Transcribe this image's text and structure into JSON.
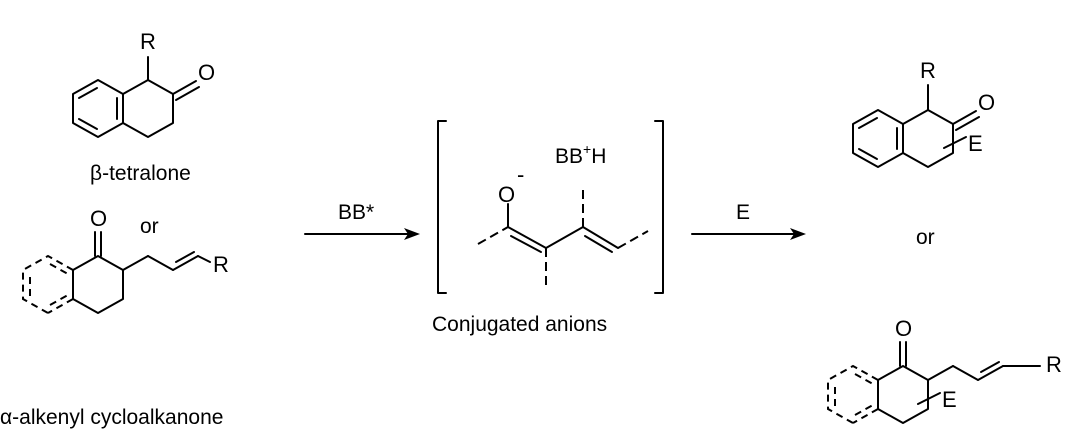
{
  "diagram": {
    "colors": {
      "ink": "#000000",
      "background": "#ffffff"
    },
    "reactants": {
      "top_label": "β-tetralone",
      "or_label": "or",
      "bottom_label": "α-alkenyl cycloalkanone",
      "substituent_r": "R",
      "oxygen": "O"
    },
    "step1": {
      "reagent": "BB*"
    },
    "intermediate": {
      "counter_ion": "BB",
      "counter_ion_charge": "+",
      "counter_ion_h": "H",
      "oxygen": "O",
      "charge": "-",
      "label": "Conjugated anions"
    },
    "step2": {
      "reagent": "E"
    },
    "products": {
      "or_label": "or",
      "substituent_r": "R",
      "oxygen": "O",
      "electrophile": "E"
    }
  }
}
